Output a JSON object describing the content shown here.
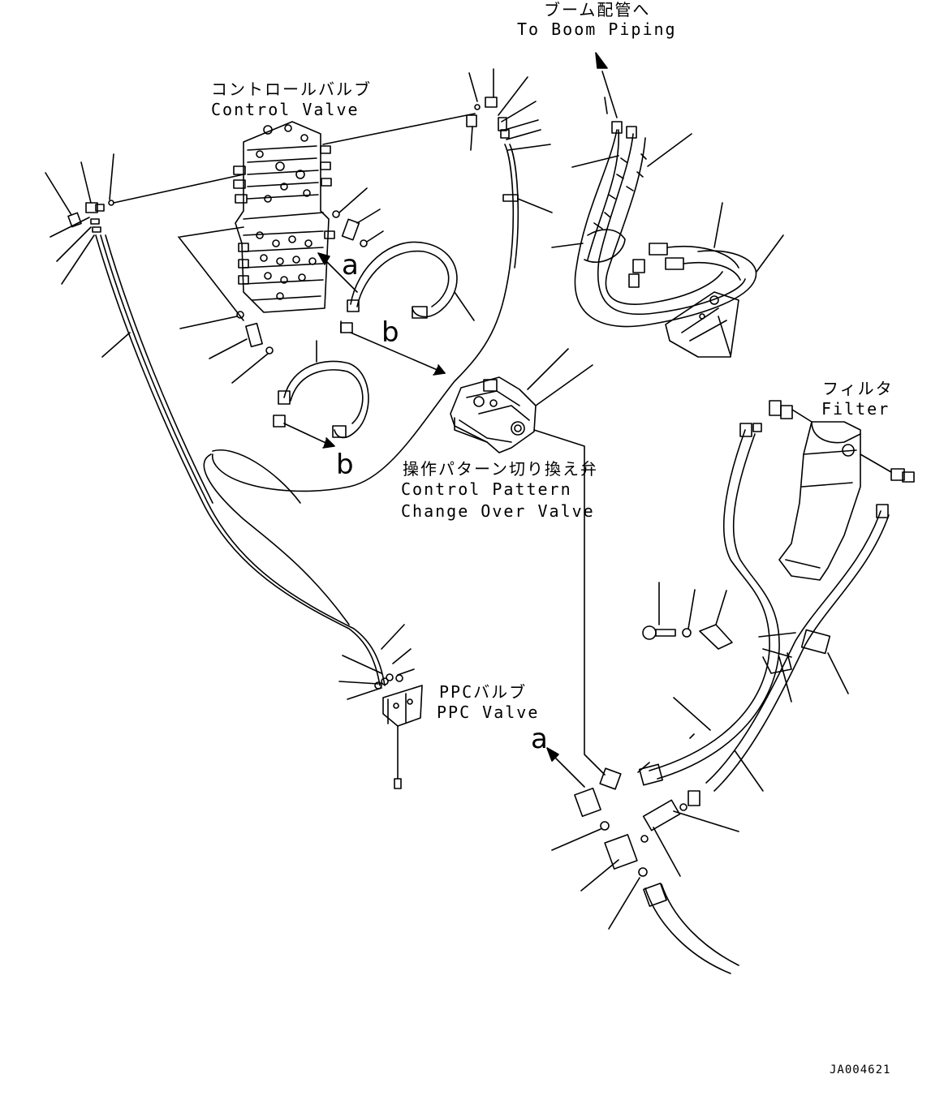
{
  "labels": {
    "boom_jp": "ブーム配管へ",
    "boom_en": "To Boom Piping",
    "cv_jp": "コントロールバルブ",
    "cv_en": "Control Valve",
    "filter_jp": "フィルタ",
    "filter_en": "Filter",
    "pcv_jp": "操作パターン切り換え弁",
    "pcv_en1": "Control Pattern",
    "pcv_en2": "Change Over Valve",
    "ppc_jp": "PPCバルブ",
    "ppc_en": "PPC Valve"
  },
  "callouts": {
    "a": "a",
    "b": "b"
  },
  "doc_id": "JA004621"
}
